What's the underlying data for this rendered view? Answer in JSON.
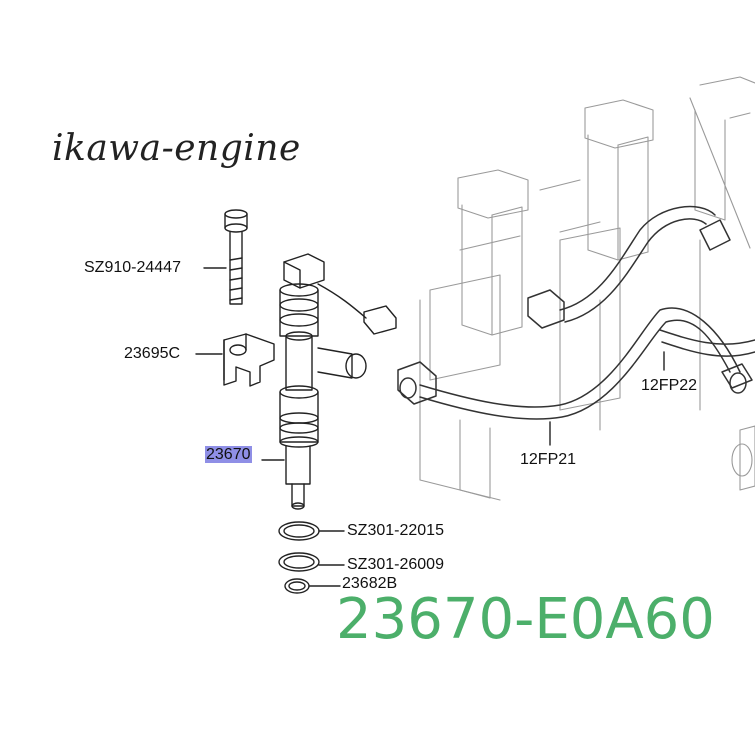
{
  "watermark": "ikawa-engine",
  "labels": {
    "bolt": "SZ910-24447",
    "clamp": "23695C",
    "injector": "23670",
    "ring_upper": "SZ301-22015",
    "ring_middle": "SZ301-26009",
    "washer": "23682B",
    "pipe_21": "12FP21",
    "pipe_22": "12FP22"
  },
  "part_number": "23670-E0A60",
  "colors": {
    "highlight": "#8f8fe6",
    "part_number": "#4caf6a"
  }
}
